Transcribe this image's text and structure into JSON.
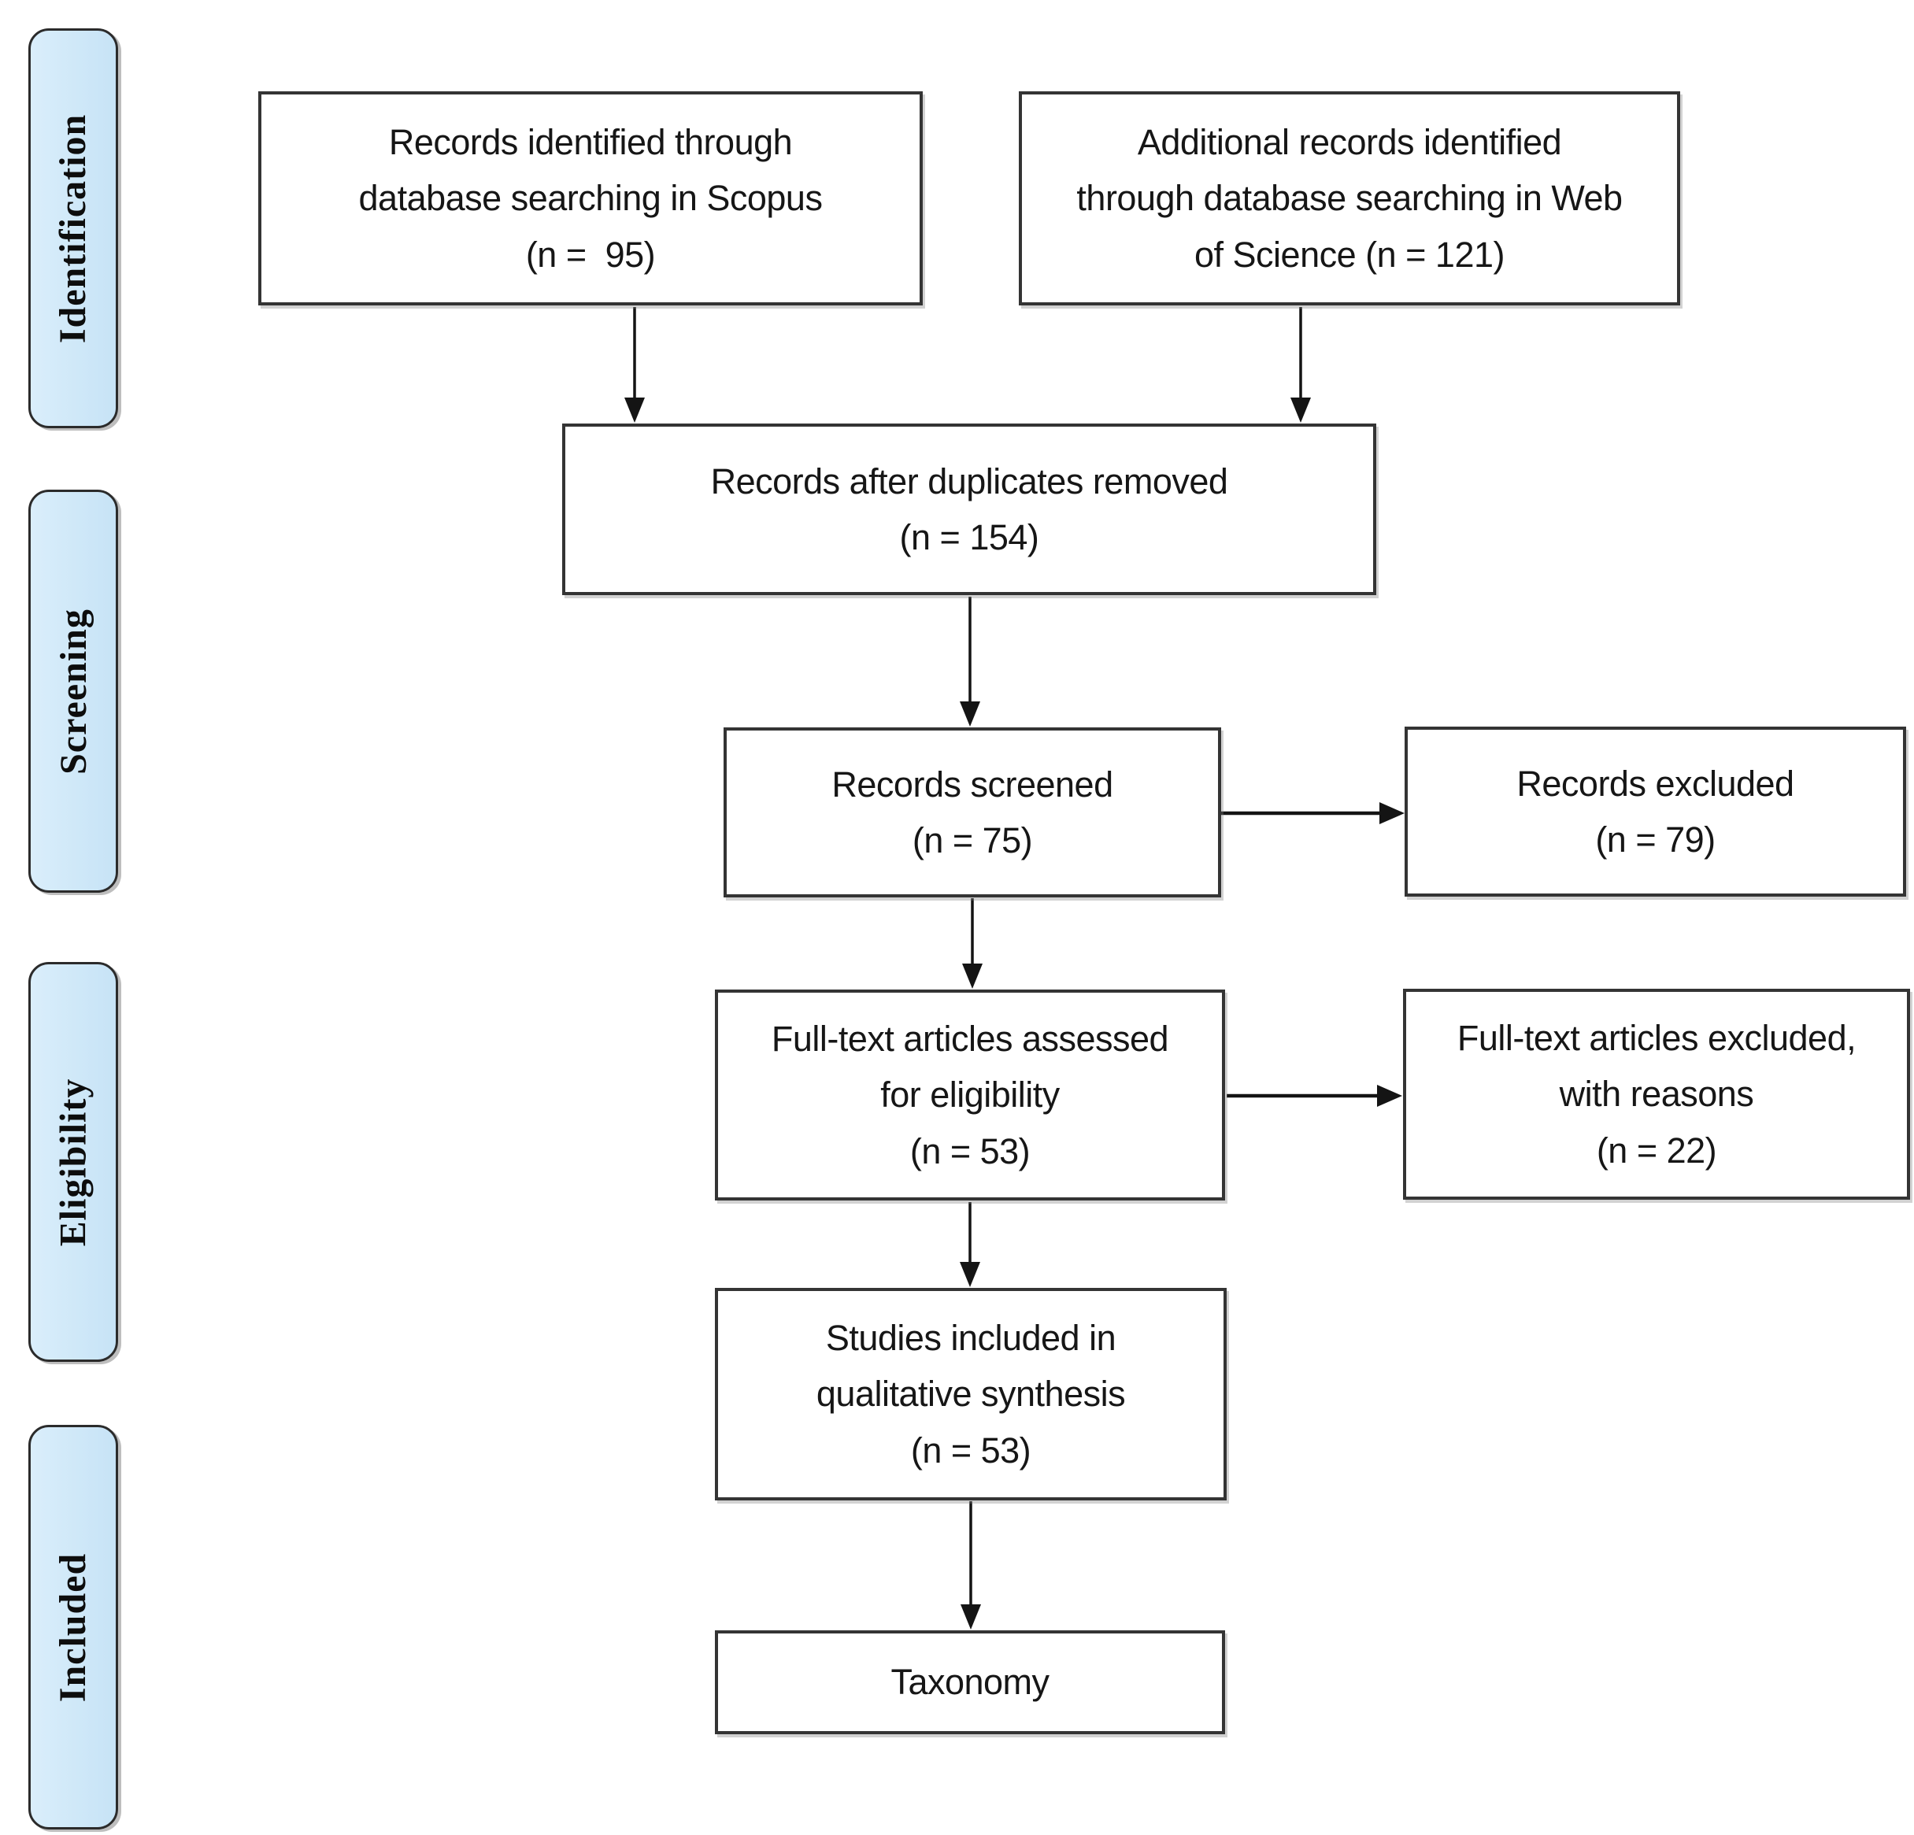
{
  "diagram": {
    "kind": "prisma-flow",
    "sidebar_stages": [
      {
        "label": "Identification"
      },
      {
        "label": "Screening"
      },
      {
        "label": "Eligibility"
      },
      {
        "label": "Included"
      }
    ],
    "nodes": {
      "scopus": {
        "text": "Records identified through\ndatabase searching in Scopus\n(n =  95)"
      },
      "web_of_science": {
        "text": "Additional records identified\nthrough database searching in Web\nof Science (n = 121)"
      },
      "duplicates_removed": {
        "text": "Records after duplicates removed\n(n = 154)"
      },
      "records_screened": {
        "text": "Records screened\n(n = 75)"
      },
      "records_excluded": {
        "text": "Records excluded\n(n = 79)"
      },
      "fulltext_assessed": {
        "text": "Full-text articles assessed\nfor eligibility\n(n = 53)"
      },
      "fulltext_excluded": {
        "text": "Full-text articles excluded,\nwith reasons\n(n = 22)"
      },
      "qualitative_synthesis": {
        "text": "Studies included in\nqualitative synthesis\n(n = 53)"
      },
      "taxonomy": {
        "text": "Taxonomy"
      }
    },
    "colors": {
      "stage_fill": "#cfe8f8",
      "stage_border": "#2b2b2b",
      "node_fill": "#ffffff",
      "node_border": "#343434",
      "arrow": "#141414",
      "background": "#ffffff"
    }
  }
}
